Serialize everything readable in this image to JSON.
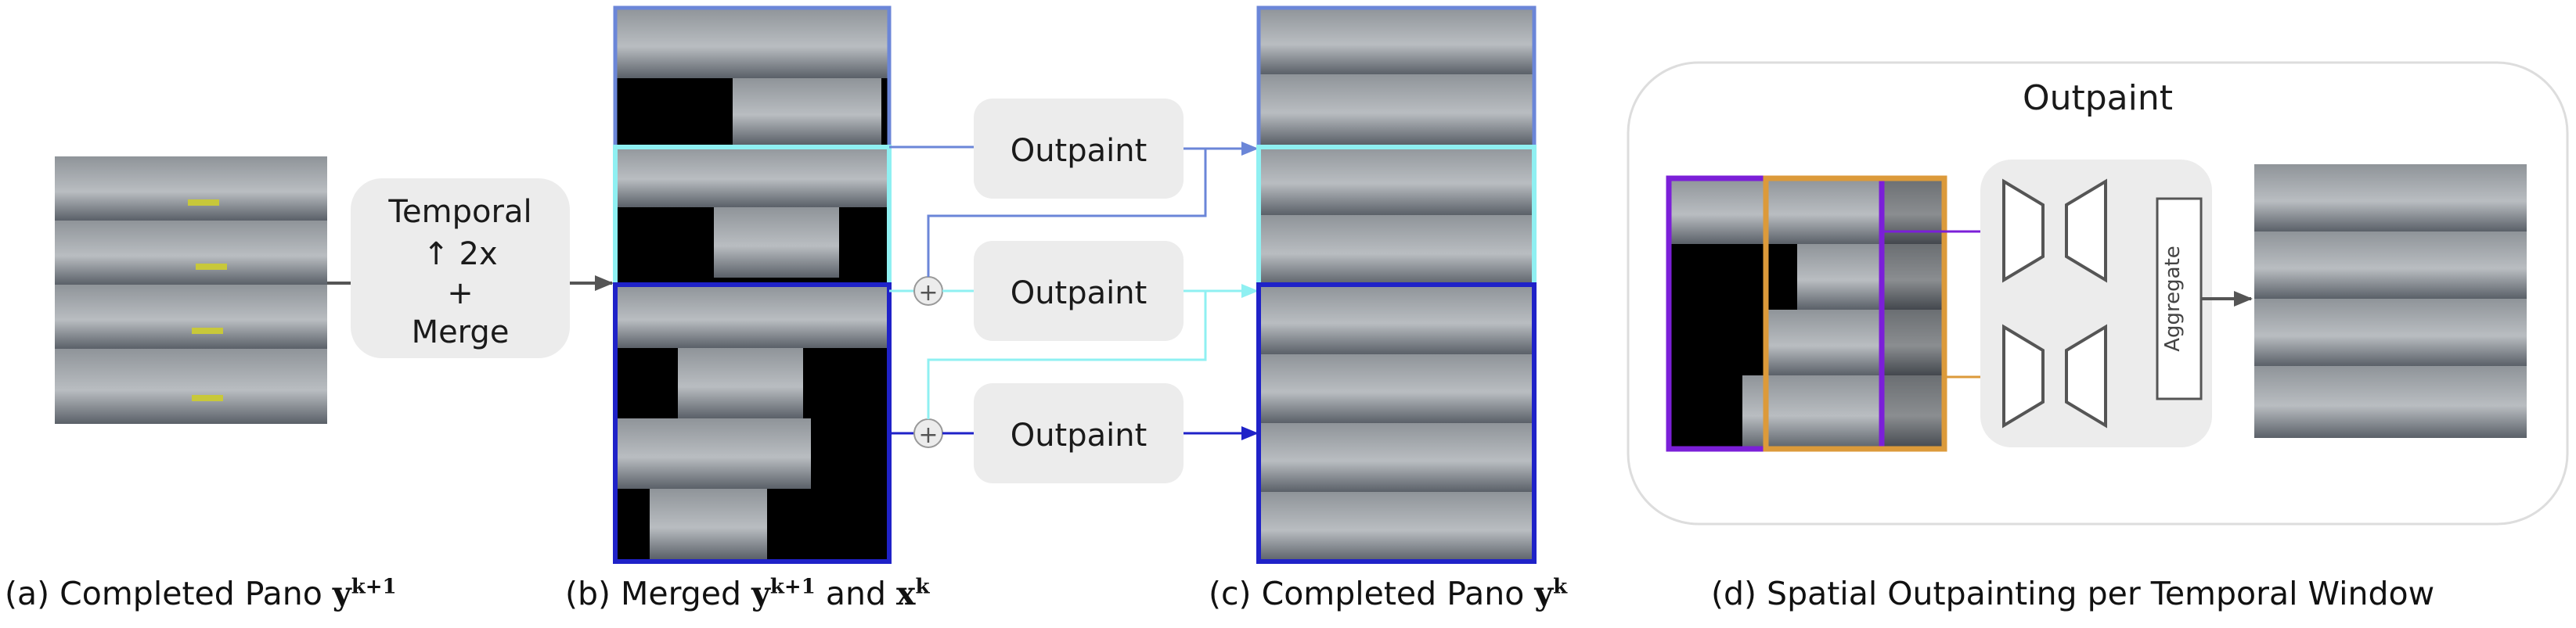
{
  "boxes": {
    "temporal_line1": "Temporal",
    "temporal_line2": "↑ 2x",
    "temporal_line3": "+",
    "temporal_line4": "Merge",
    "outpaint_1": "Outpaint",
    "outpaint_2": "Outpaint",
    "outpaint_3": "Outpaint",
    "plus_1": "+",
    "plus_2": "+"
  },
  "panel_d": {
    "title": "Outpaint",
    "aggregate": "Aggregate"
  },
  "captions": {
    "a_text": "(a) Completed Pano ",
    "a_math": "y",
    "a_sup": "k+1",
    "b_text": "(b) Merged ",
    "b_math1": "y",
    "b_sup1": "k+1",
    "b_and": " and ",
    "b_math2": "x",
    "b_sup2": "k",
    "c_text": "(c) Completed Pano ",
    "c_math": "y",
    "c_sup": "k",
    "d_text": "(d) Spatial Outpainting per Temporal Window"
  },
  "colors": {
    "blue_light": "#6b86d8",
    "cyan": "#8ff0f2",
    "blue_dark": "#1f22c8",
    "purple": "#7b1fd8",
    "orange": "#dc9a3a",
    "box_fill": "#ececec",
    "arrow": "#555555"
  }
}
